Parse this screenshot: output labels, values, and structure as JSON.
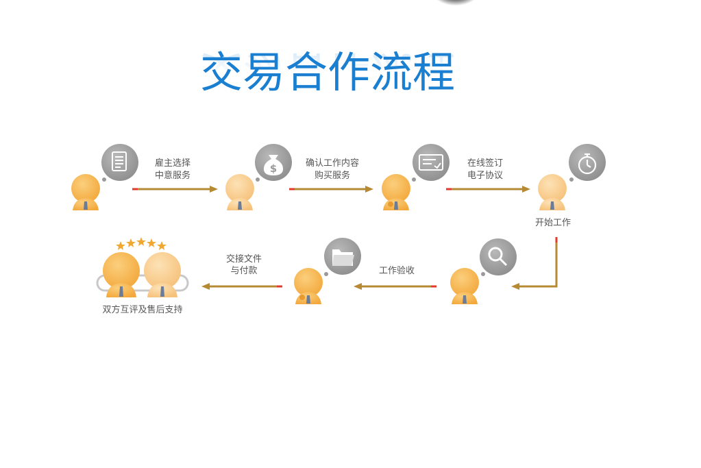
{
  "title": "交易合作流程",
  "colors": {
    "title": "#1a7fd0",
    "person": "#f6b24e",
    "person_light": "#f8c98a",
    "bubble": "#9a9a9a",
    "arrow": "#b58a33",
    "arrow_tip": "#e23a2d",
    "star": "#f1a832",
    "label": "#555555"
  },
  "steps": [
    {
      "lines": [
        "雇主选择",
        "中意服务"
      ],
      "icon": "document-icon"
    },
    {
      "lines": [
        "确认工作内容",
        "购买服务"
      ],
      "icon": "money-bag-icon"
    },
    {
      "lines": [
        "在线签订",
        "电子协议"
      ],
      "icon": "contract-card-icon"
    },
    {
      "lines": [
        "开始工作"
      ],
      "icon": "stopwatch-icon"
    },
    {
      "lines": [
        "工作验收"
      ],
      "icon": "magnifier-icon"
    },
    {
      "lines": [
        "交接文件",
        "与付款"
      ],
      "icon": "folder-icon"
    },
    {
      "lines": [
        "双方互评及售后支持"
      ],
      "icon": "stars-icon"
    }
  ]
}
